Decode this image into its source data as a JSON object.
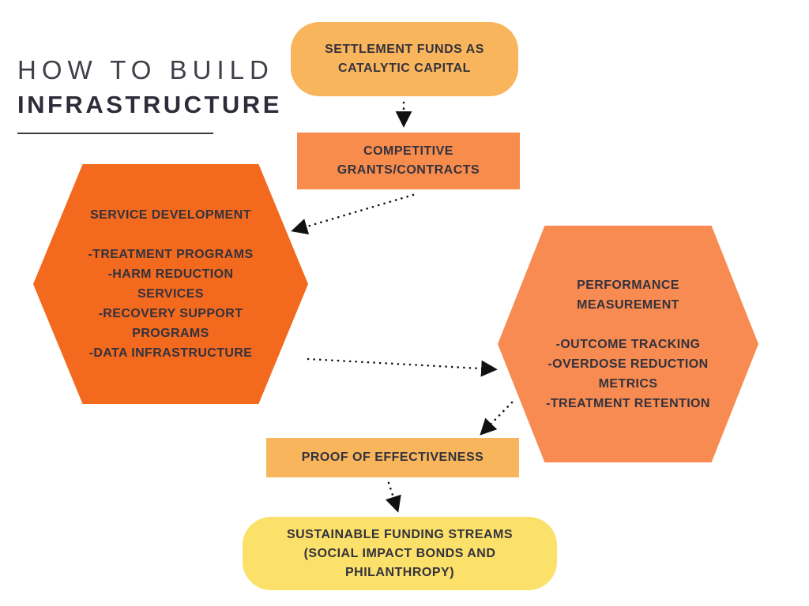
{
  "title": {
    "line1": "HOW TO BUILD",
    "line2": "INFRASTRUCTURE"
  },
  "colors": {
    "settlement": "#F9B55C",
    "grants": "#F78C4C",
    "service": "#F3691E",
    "performance": "#F88B51",
    "proof": "#F9B55C",
    "sustainable": "#FBE06A",
    "text": "#33323D",
    "arrow": "#111111",
    "title_light": "#40404A",
    "title_bold": "#2D2C3A"
  },
  "nodes": {
    "settlement": {
      "text": "SETTLEMENT FUNDS AS CATALYTIC CAPITAL"
    },
    "grants": {
      "text": "COMPETITIVE GRANTS/CONTRACTS"
    },
    "service": {
      "heading": "SERVICE DEVELOPMENT",
      "items": [
        "-TREATMENT PROGRAMS",
        "-HARM REDUCTION SERVICES",
        "-RECOVERY SUPPORT PROGRAMS",
        "-DATA INFRASTRUCTURE"
      ]
    },
    "performance": {
      "heading": "PERFORMANCE MEASUREMENT",
      "items": [
        "-OUTCOME TRACKING",
        "-OVERDOSE REDUCTION METRICS",
        "-TREATMENT RETENTION"
      ]
    },
    "proof": {
      "text": "PROOF OF EFFECTIVENESS"
    },
    "sustainable": {
      "text": "SUSTAINABLE FUNDING STREAMS (SOCIAL IMPACT BONDS AND PHILANTHROPY)"
    }
  }
}
